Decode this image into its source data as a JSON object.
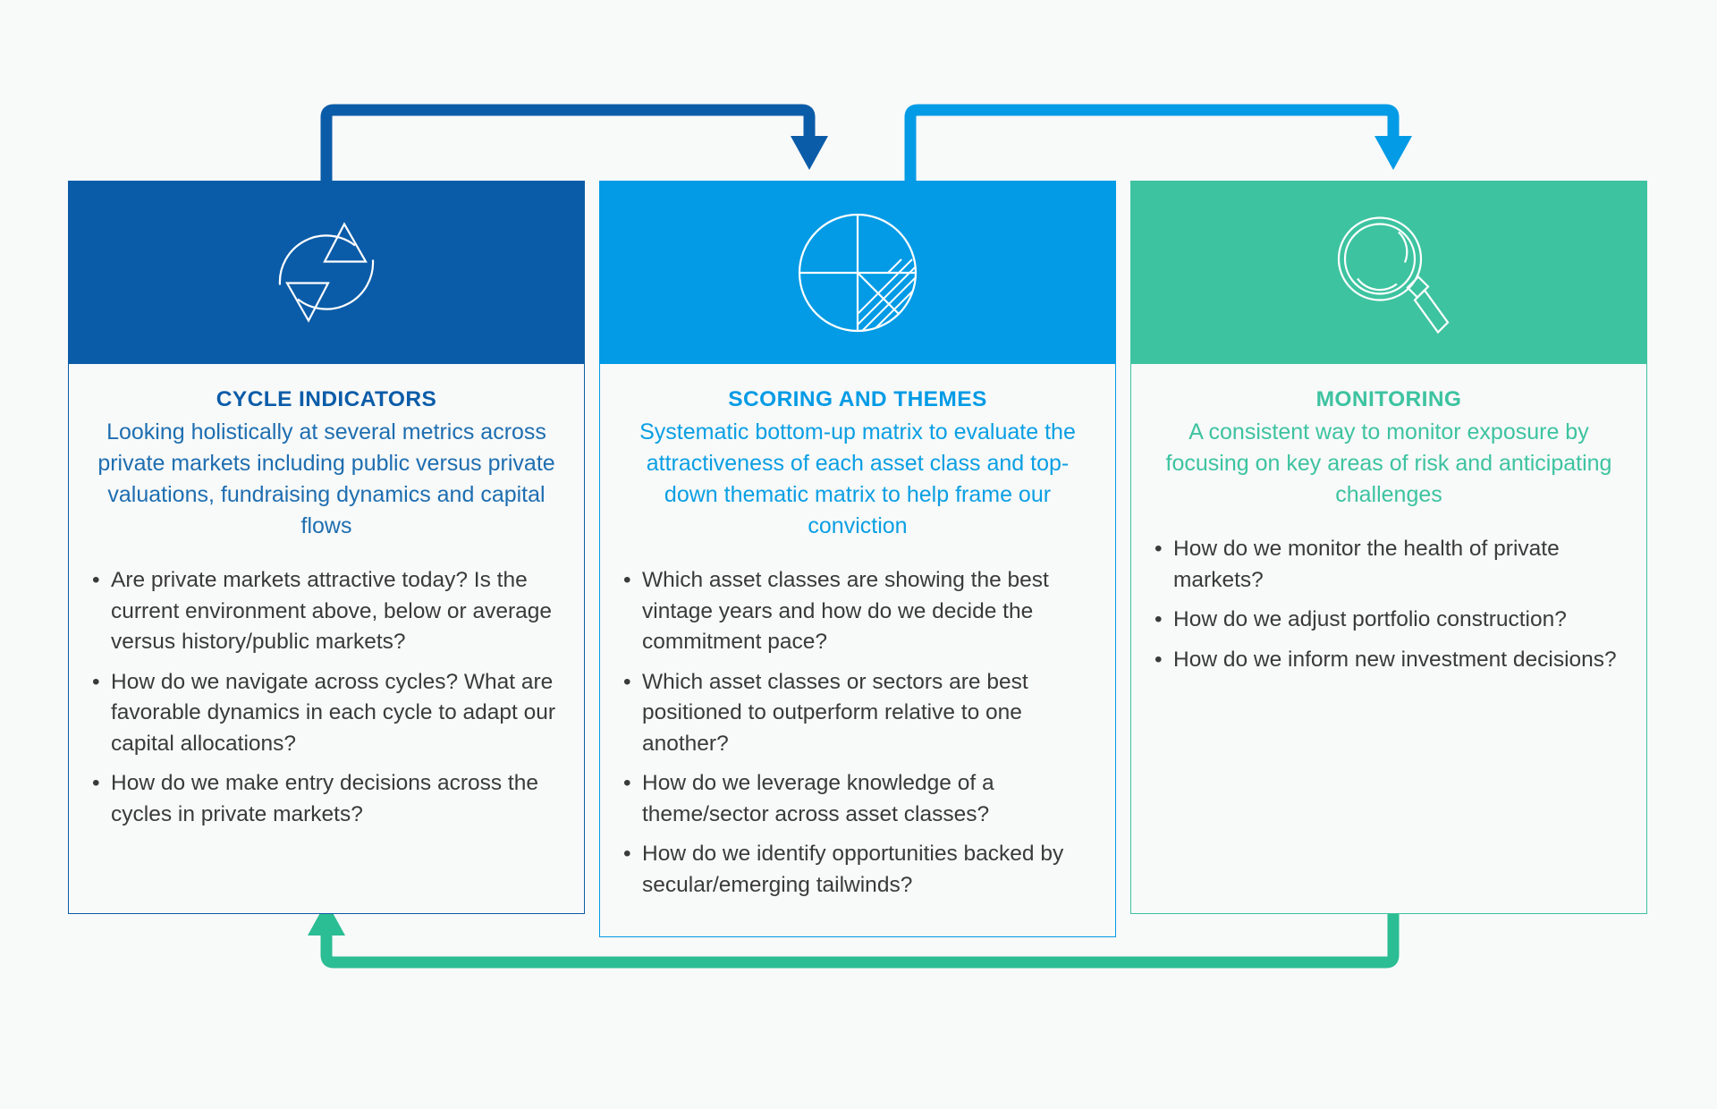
{
  "colors": {
    "background": "#f8f9f9",
    "card1": "#0b5ca8",
    "card2": "#039be5",
    "card3": "#3dc3a0",
    "body_text": "#3a3a3a"
  },
  "cards": [
    {
      "id": "cycle-indicators",
      "icon": "cycle-arrows-icon",
      "title": "CYCLE INDICATORS",
      "description": "Looking holistically at several metrics across private markets including public versus private valuations, fundraising dynamics and capital flows",
      "bullets": [
        "Are private markets attractive today? Is the current environment above, below or average versus history/public markets?",
        "How do we navigate across cycles? What are favorable dynamics in each cycle to adapt our capital allocations?",
        "How do we make entry decisions across the cycles in private markets?"
      ]
    },
    {
      "id": "scoring-and-themes",
      "icon": "pie-chart-icon",
      "title": "SCORING AND THEMES",
      "description": "Systematic bottom-up matrix to evaluate the attractiveness of each asset class and top-down thematic matrix to help frame our conviction",
      "bullets": [
        "Which asset classes are showing the best vintage years and how do we decide the commitment pace?",
        "Which asset classes or sectors are best positioned to outperform relative to one another?",
        "How do we leverage knowledge of a theme/sector across asset classes?",
        "How do we identify opportunities backed by secular/emerging tailwinds?"
      ]
    },
    {
      "id": "monitoring",
      "icon": "magnifier-icon",
      "title": "MONITORING",
      "description": "A consistent way to monitor exposure by focusing on key areas of risk and anticipating challenges",
      "bullets": [
        "How do we monitor the health of private markets?",
        "How do we adjust portfolio construction?",
        "How do we inform new investment decisions?"
      ]
    }
  ],
  "connectors": [
    {
      "id": "card1-to-card2",
      "color": "#0b5ca8",
      "direction": "down-into-card2"
    },
    {
      "id": "card2-to-card3",
      "color": "#039be5",
      "direction": "down-into-card3"
    },
    {
      "id": "card3-to-card1",
      "color": "#2bbd93",
      "direction": "up-into-card1"
    }
  ]
}
